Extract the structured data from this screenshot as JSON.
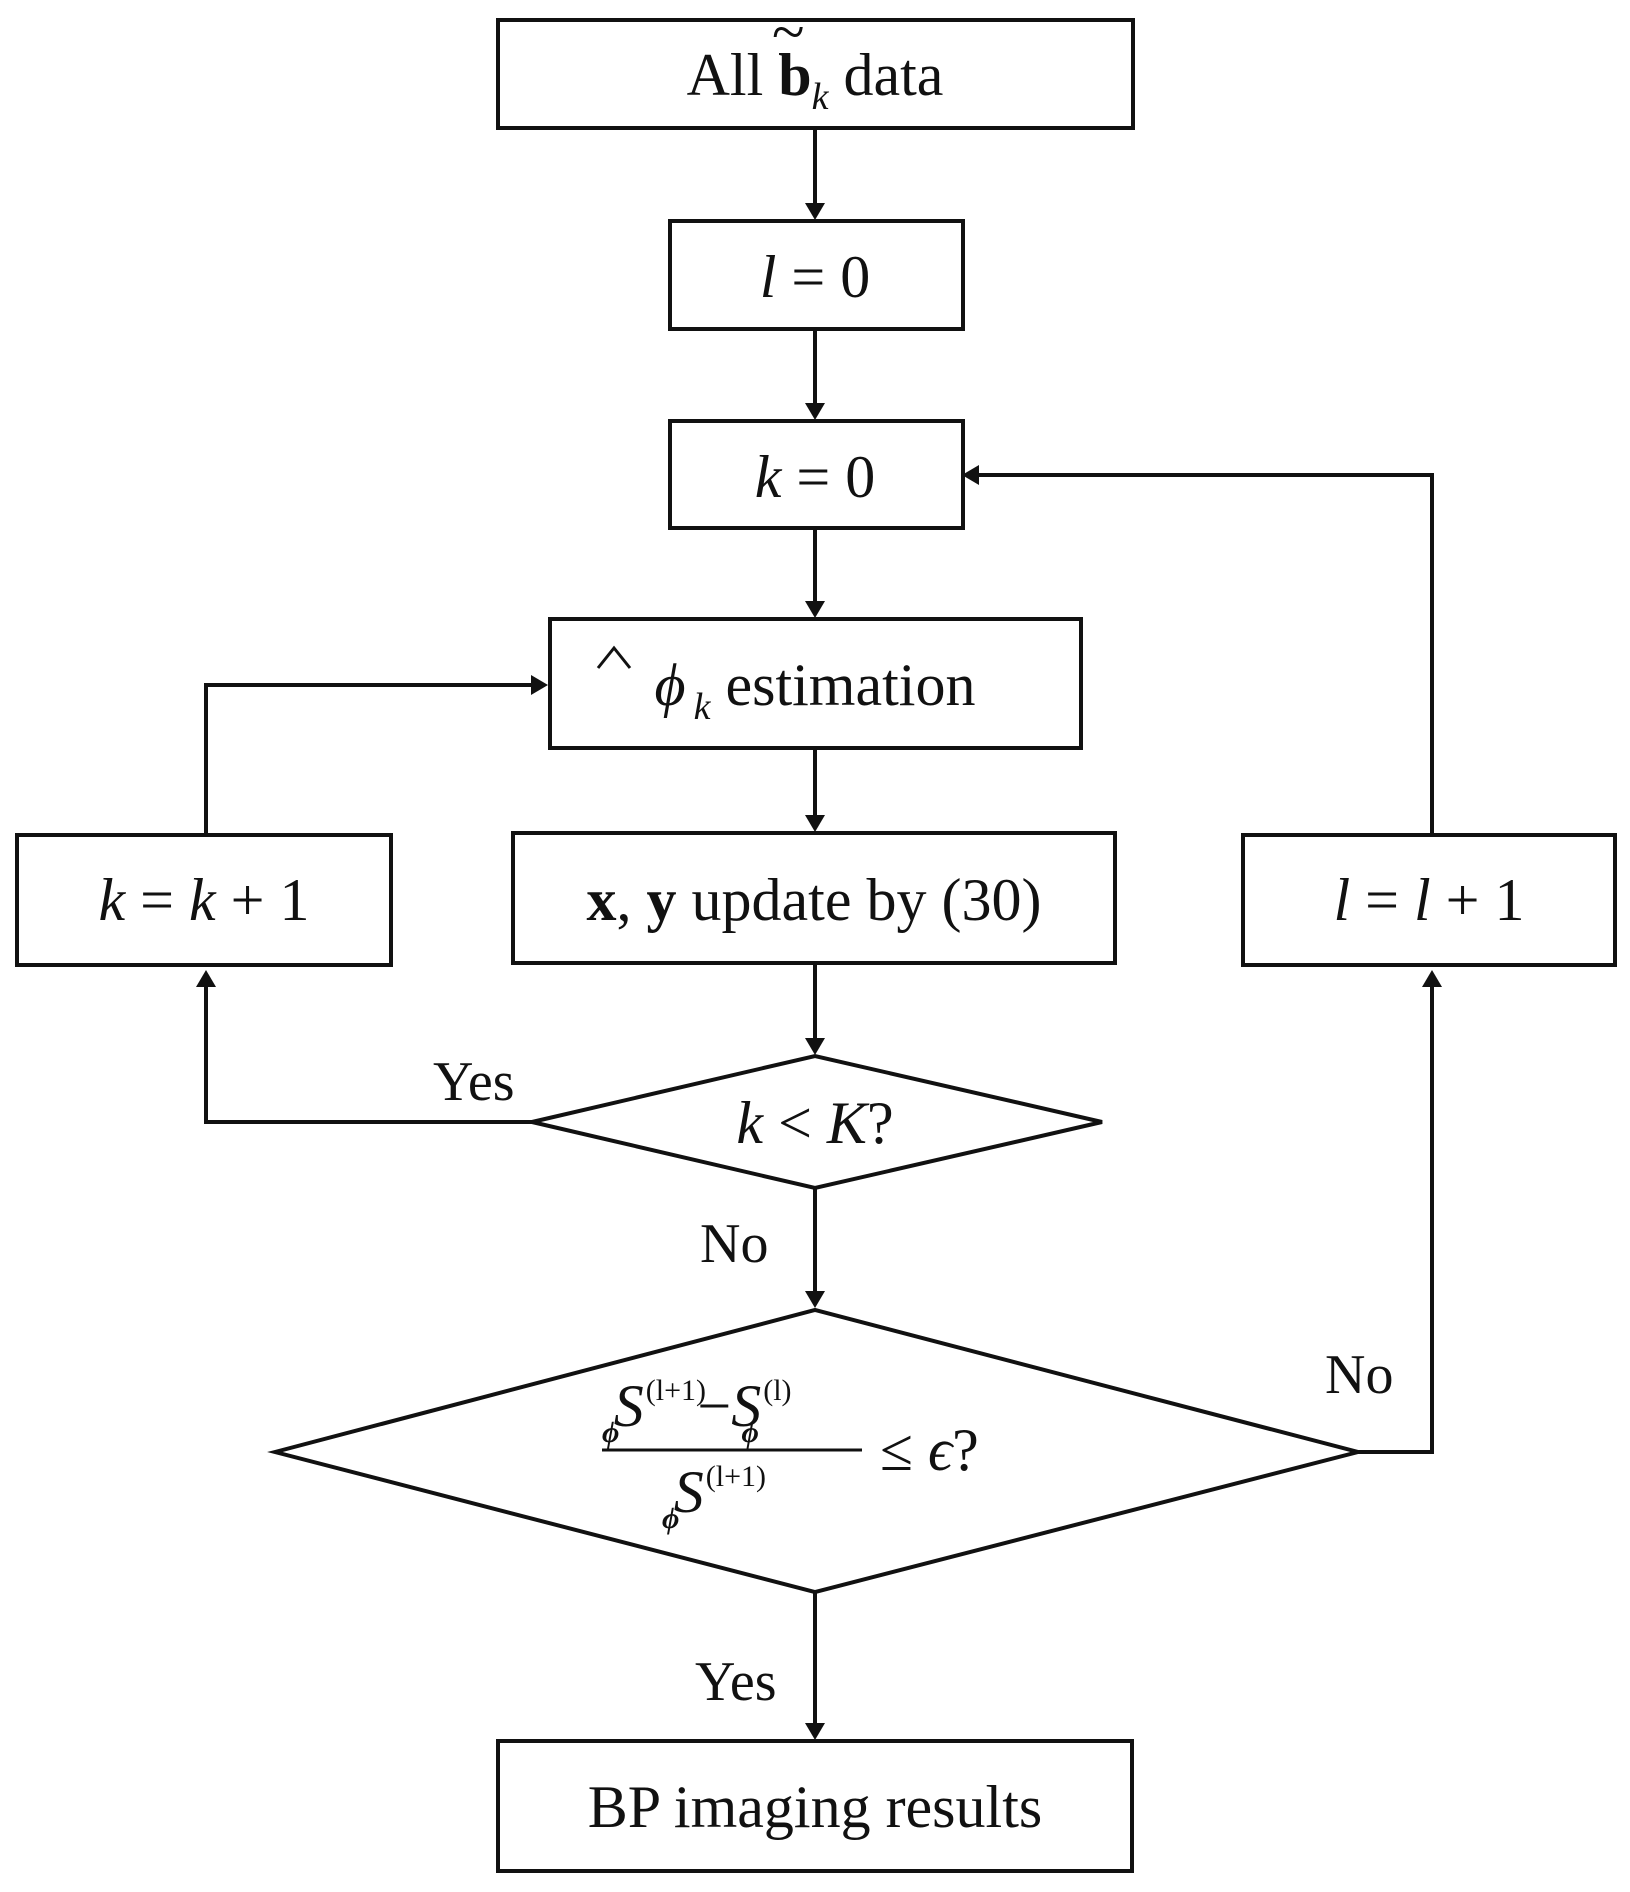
{
  "nodes": {
    "start": {
      "text_pre": "All ",
      "symbol": "b",
      "text_post": " data"
    },
    "l_init": {
      "lhs": "l",
      "eq": " = ",
      "rhs": "0"
    },
    "k_init": {
      "lhs": "k",
      "eq": " = ",
      "rhs": "0"
    },
    "phi_est": {
      "symbol": "ϕ",
      "sub": "k",
      "label": " estimation"
    },
    "xy_update": {
      "x": "x",
      "comma": ", ",
      "y": "y",
      "text": " update by (30)"
    },
    "k_inc": {
      "k1": "k",
      "eq": " = ",
      "k2": "k",
      "plus": " + 1"
    },
    "l_inc": {
      "l1": "l",
      "eq": " = ",
      "l2": "l",
      "plus": " + 1"
    },
    "k_check": {
      "k": "k",
      "lt": " < ",
      "K": "K",
      "q": "?"
    },
    "conv_check": {
      "S": "S",
      "phi": "ϕ",
      "sup_l1": "(l+1)",
      "sup_l": "(l)",
      "minus": "−",
      "leq": "≤ ",
      "eps": "ϵ",
      "q": "?"
    },
    "end": {
      "text": "BP imaging results"
    }
  },
  "edge_labels": {
    "k_yes": "Yes",
    "k_no": "No",
    "conv_no": "No",
    "conv_yes": "Yes"
  }
}
